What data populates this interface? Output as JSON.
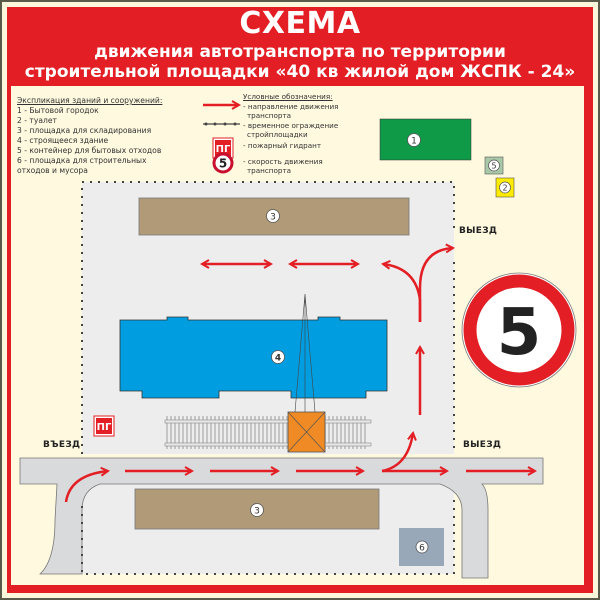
{
  "header": {
    "title": "СХЕМА",
    "subtitle_line1": "движения автотранспорта по территории",
    "subtitle_line2": "строительной площадки «40 кв жилой дом ЖСПК - 24»"
  },
  "explication": {
    "heading": "Экспликация зданий и сооружений:",
    "items": [
      "1 - Бытовой городок",
      "2 - туалет",
      "3 - площадка для складирования",
      "4 - строящееся здание",
      "5 - контейнер для бытовых отходов",
      "6 - площадка для строительных",
      "отходов и мусора"
    ]
  },
  "legend": {
    "heading": "Условные обозначения:",
    "items": [
      {
        "icon": "red-arrow-icon",
        "line1": "- направление движения",
        "line2": "транспорта"
      },
      {
        "icon": "dotted-fence-icon",
        "line1": "- временное ограждение",
        "line2": "стройплощадки"
      },
      {
        "icon": "fire-hydrant-icon",
        "symbol": "ПГ",
        "line1": "- пожарный гидрант"
      },
      {
        "icon": "speed-limit-icon",
        "symbol": "5",
        "line1": "- скорость движения",
        "line2": "транспорта"
      }
    ]
  },
  "map": {
    "entry_label": "ВЪЕЗД",
    "exit_label_top": "ВЫЕЗД",
    "exit_label_bottom": "ВЫЕЗД",
    "hydrant_label": "ПГ",
    "speed_limit": "5",
    "buildings": [
      {
        "id": "1",
        "name": "Бытовой городок",
        "color": "#0f9a48"
      },
      {
        "id": "2",
        "name": "туалет",
        "color": "#ffec00"
      },
      {
        "id": "3",
        "name": "площадка для складирования (верх)",
        "color": "#b09a78"
      },
      {
        "id": "3",
        "name": "площадка для складирования (низ)",
        "color": "#b09a78"
      },
      {
        "id": "4",
        "name": "строящееся здание",
        "color": "#009ee0"
      },
      {
        "id": "5",
        "name": "контейнер для бытовых отходов",
        "color": "#a8c8a8"
      },
      {
        "id": "6",
        "name": "площадка для строительных отходов и мусора",
        "color": "#98a8b8"
      }
    ]
  },
  "colors": {
    "frame_red": "#e31e24",
    "background_cream": "#fef9df",
    "site_gray": "#ededed",
    "road_gray": "#d9dadb",
    "arrow_red": "#e31e24",
    "crane_orange": "#f08a24"
  }
}
